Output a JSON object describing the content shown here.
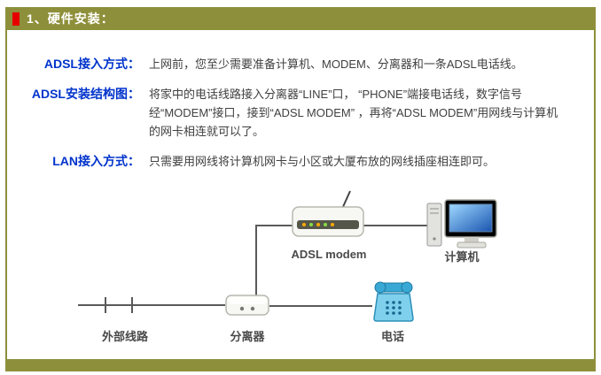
{
  "page": {
    "header": {
      "title": "1、硬件安装："
    },
    "sections": [
      {
        "label": "ADSL接入方式：",
        "text": "上网前，您至少需要准备计算机、MODEM、分离器和一条ADSL电话线。"
      },
      {
        "label": "ADSL安装结构图：",
        "text": "将家中的电话线路接入分离器“LINE”口， “PHONE”端接电话线，数字信号经“MODEM”接口，接到“ADSL MODEM” ，再将“ADSL MODEM”用网线与计算机的网卡相连就可以了。"
      },
      {
        "label": "LAN接入方式：",
        "text": "只需要用网线将计算机网卡与小区或大厦布放的网线插座相连即可。"
      }
    ],
    "diagram": {
      "labels": {
        "modem": "ADSL modem",
        "computer": "计算机",
        "external_line": "外部线路",
        "splitter": "分离器",
        "phone": "电话"
      }
    },
    "colors": {
      "olive_bar": "#8e8f3a",
      "red_accent": "#e60000",
      "label_blue": "#0033cc",
      "body_text": "#404040",
      "line_gray": "#5a5a5a",
      "phone_blue": "#5fc3e6"
    }
  }
}
